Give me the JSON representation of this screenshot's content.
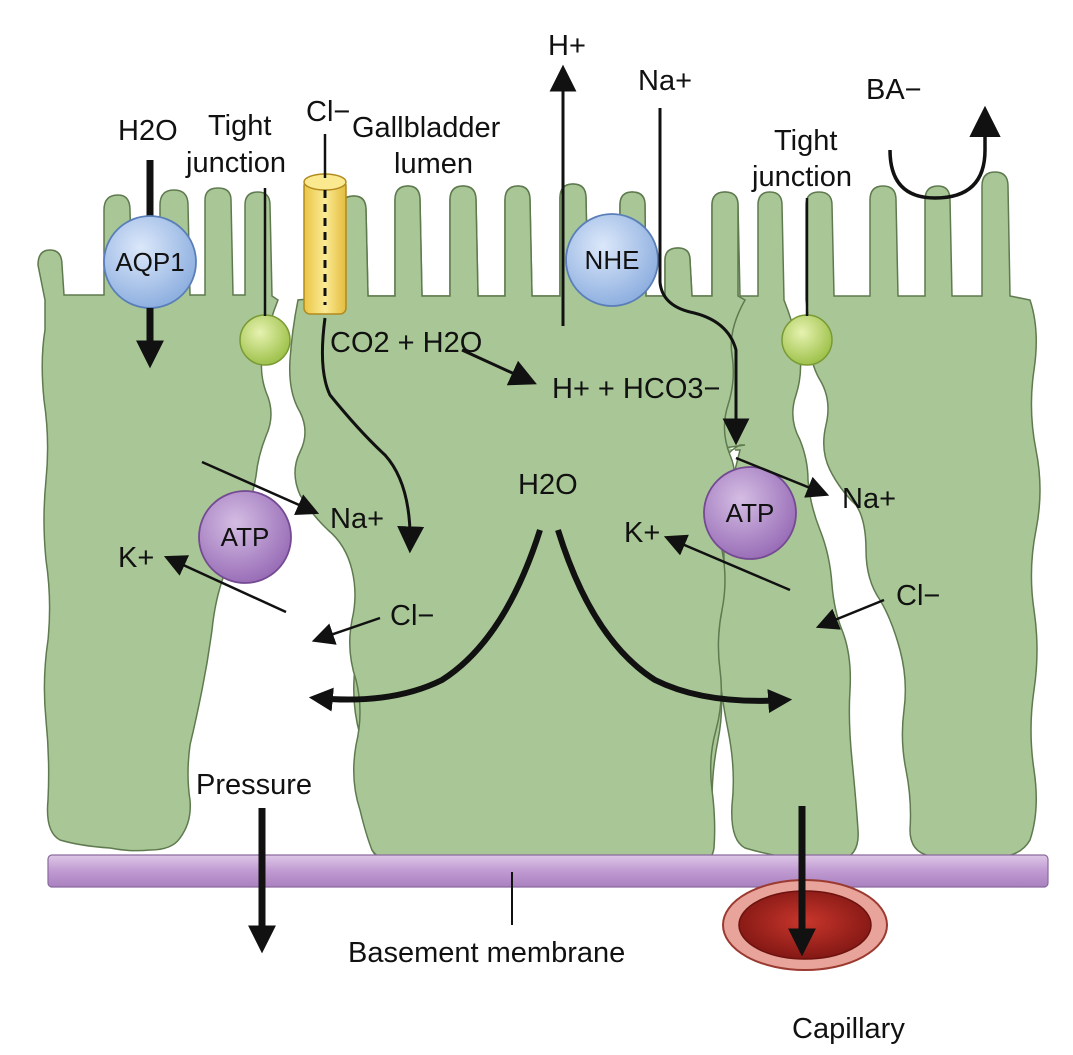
{
  "labels": {
    "h2o_top": "H2O",
    "tight_junction_left": [
      "Tight",
      "junction"
    ],
    "cl_top": "Cl−",
    "gallbladder_lumen": [
      "Gallbladder",
      "lumen"
    ],
    "h_plus_top": "H+",
    "na_plus_top": "Na+",
    "ba_minus": "BA−",
    "tight_junction_right": [
      "Tight",
      "junction"
    ],
    "aqp1": "AQP1",
    "nhe": "NHE",
    "co2_h2o": "CO2 + H2O",
    "h_hco3": "H+ + HCO3−",
    "h2o_center": "H2O",
    "atp_left": "ATP",
    "atp_right": "ATP",
    "na_plus_left": "Na+",
    "na_plus_right": "Na+",
    "k_plus_left": "K+",
    "k_plus_right": "K+",
    "cl_left": "Cl−",
    "cl_right": "Cl−",
    "pressure": "Pressure",
    "basement_membrane": "Basement membrane",
    "capillary": "Capillary"
  },
  "colors": {
    "cell_fill": "#a9c796",
    "cell_stroke": "#5f7a4f",
    "aqp_nhe_fill": "#b8cdee",
    "atp_fill": "#b08bc8",
    "junction_fill": "#bfd87a",
    "channel_fill": "#f7e27a",
    "membrane_fill": "#c9a9d6",
    "capillary_fill": "#b02a22"
  }
}
